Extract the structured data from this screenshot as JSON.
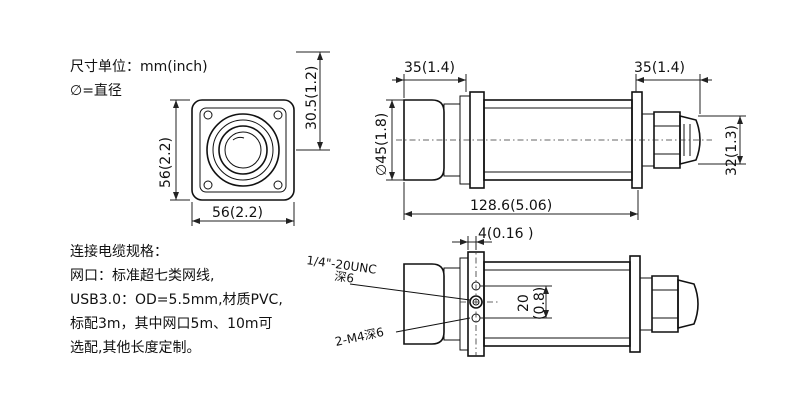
{
  "unit_note": "尺寸单位：mm(inch)",
  "dia_note": "∅=直径",
  "front_view": {
    "height_dim": "56(2.2)",
    "width_dim": "56(2.2)",
    "lens_offset_dim": "30.5(1.2)"
  },
  "side_view": {
    "lens_len_dim": "35(1.4)",
    "gland_len_dim": "35(1.4)",
    "dia_dim": "∅45(1.8)",
    "gland_h_dim": "32(1.3)",
    "total_len_dim": "128.6(5.06)"
  },
  "bottom_view": {
    "offset_dim": "4(0.16 )",
    "thread_label_1": "1/4\"-20UNC",
    "thread_label_2": "深6",
    "m4_label": "2-M4深6",
    "spacing_dim": "20",
    "spacing_inch": "(0.8)"
  },
  "cable_spec": [
    "连接电缆规格：",
    "网口：标准超七类网线,",
    "USB3.0：OD=5.5mm,材质PVC,",
    "标配3m，其中网口5m、10m可",
    "选配,其他长度定制。"
  ]
}
